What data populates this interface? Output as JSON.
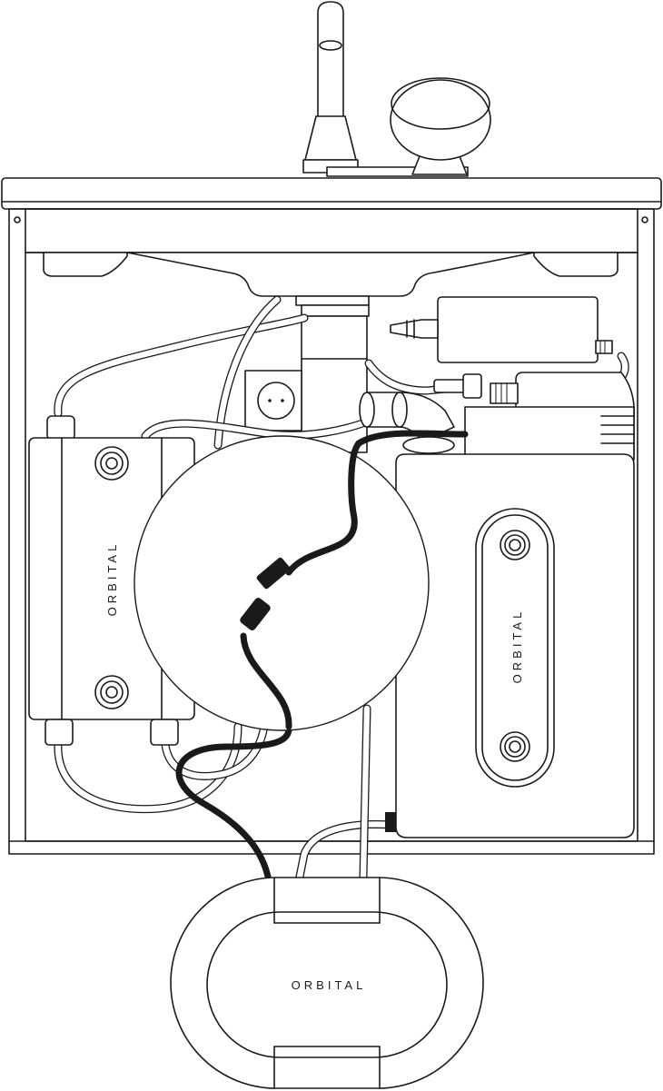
{
  "labels": {
    "left_unit_brand": "ORBITAL",
    "right_unit_brand": "ORBITAL",
    "bottom_unit_brand": "ORBITAL"
  },
  "colors": {
    "line": "#1a1a1a",
    "background": "#ffffff",
    "cable": "#1a1a1a"
  }
}
